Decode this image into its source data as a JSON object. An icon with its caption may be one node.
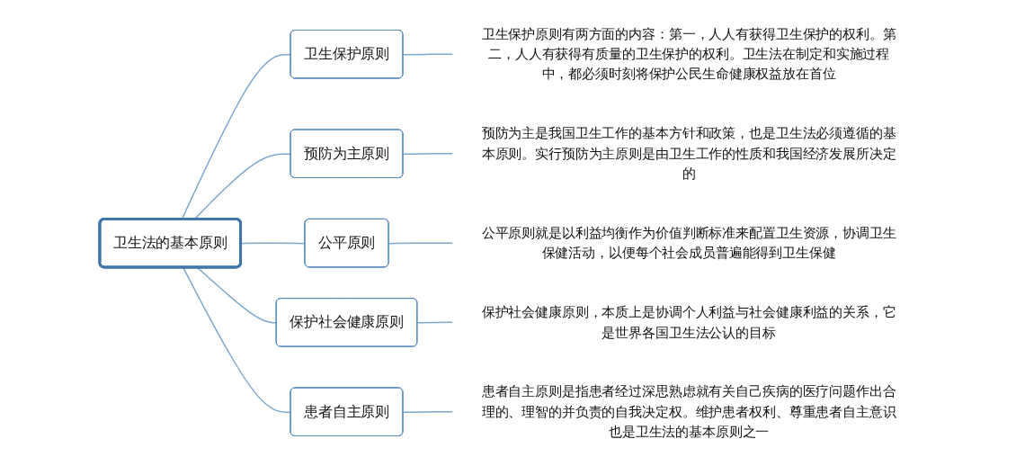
{
  "diagram": {
    "nodes": [
      {
        "text": [
          "卫生法的基本原则"
        ]
      },
      {
        "text": [
          "卫生保护原则"
        ]
      },
      {
        "text": [
          "卫生保护原则有两方面的内容：第一，人人有获得卫生保护的权利。第二，人人有获得有质量的卫生保护的权利。卫生法在制定和实施过程中，都必须时刻将保护公民生命健康权益放在首位"
        ]
      },
      {
        "text": [
          "预防为主原则"
        ]
      },
      {
        "text": [
          "预防为主是我国卫生工作的基本方针和政策，也是卫生法必须遵循的基本原则。实行预防为主原则是由卫生工作的性质和我国经济发展所决定的"
        ]
      },
      {
        "text": [
          "公平原则"
        ]
      },
      {
        "text": [
          "公平原则就是以利益均衡作为价值判断标准来配置卫生资源，协调卫生保健活动，以便每个社会成员普遍能得到卫生保健"
        ]
      },
      {
        "text": [
          "保护社会健康原则"
        ]
      },
      {
        "text": [
          "保护社会健康原则，本质上是协调个人利益与社会健康利益的关系，它是世界各国卫生法公认的目标"
        ]
      },
      {
        "text": [
          "患者自主原则"
        ]
      },
      {
        "text": [
          "患者自主原则是指患者经过深思熟虑就有关自己疾病的医疗问题作出合理的、理智的并负责的自我决定权。维护患者权利、尊重患者自主意识也是卫生法的基本原则之一"
        ]
      }
    ],
    "edges": [
      {
        "from": 0,
        "to": 1,
        "arrow": "none"
      },
      {
        "from": 1,
        "to": 2,
        "arrow": "none"
      },
      {
        "from": 0,
        "to": 3,
        "arrow": "none"
      },
      {
        "from": 3,
        "to": 4,
        "arrow": "none"
      },
      {
        "from": 0,
        "to": 5,
        "arrow": "none"
      },
      {
        "from": 5,
        "to": 6,
        "arrow": "none"
      },
      {
        "from": 0,
        "to": 7,
        "arrow": "none"
      },
      {
        "from": 7,
        "to": 8,
        "arrow": "none"
      },
      {
        "from": 0,
        "to": 9,
        "arrow": "none"
      },
      {
        "from": 9,
        "to": 10,
        "arrow": "none"
      }
    ]
  }
}
